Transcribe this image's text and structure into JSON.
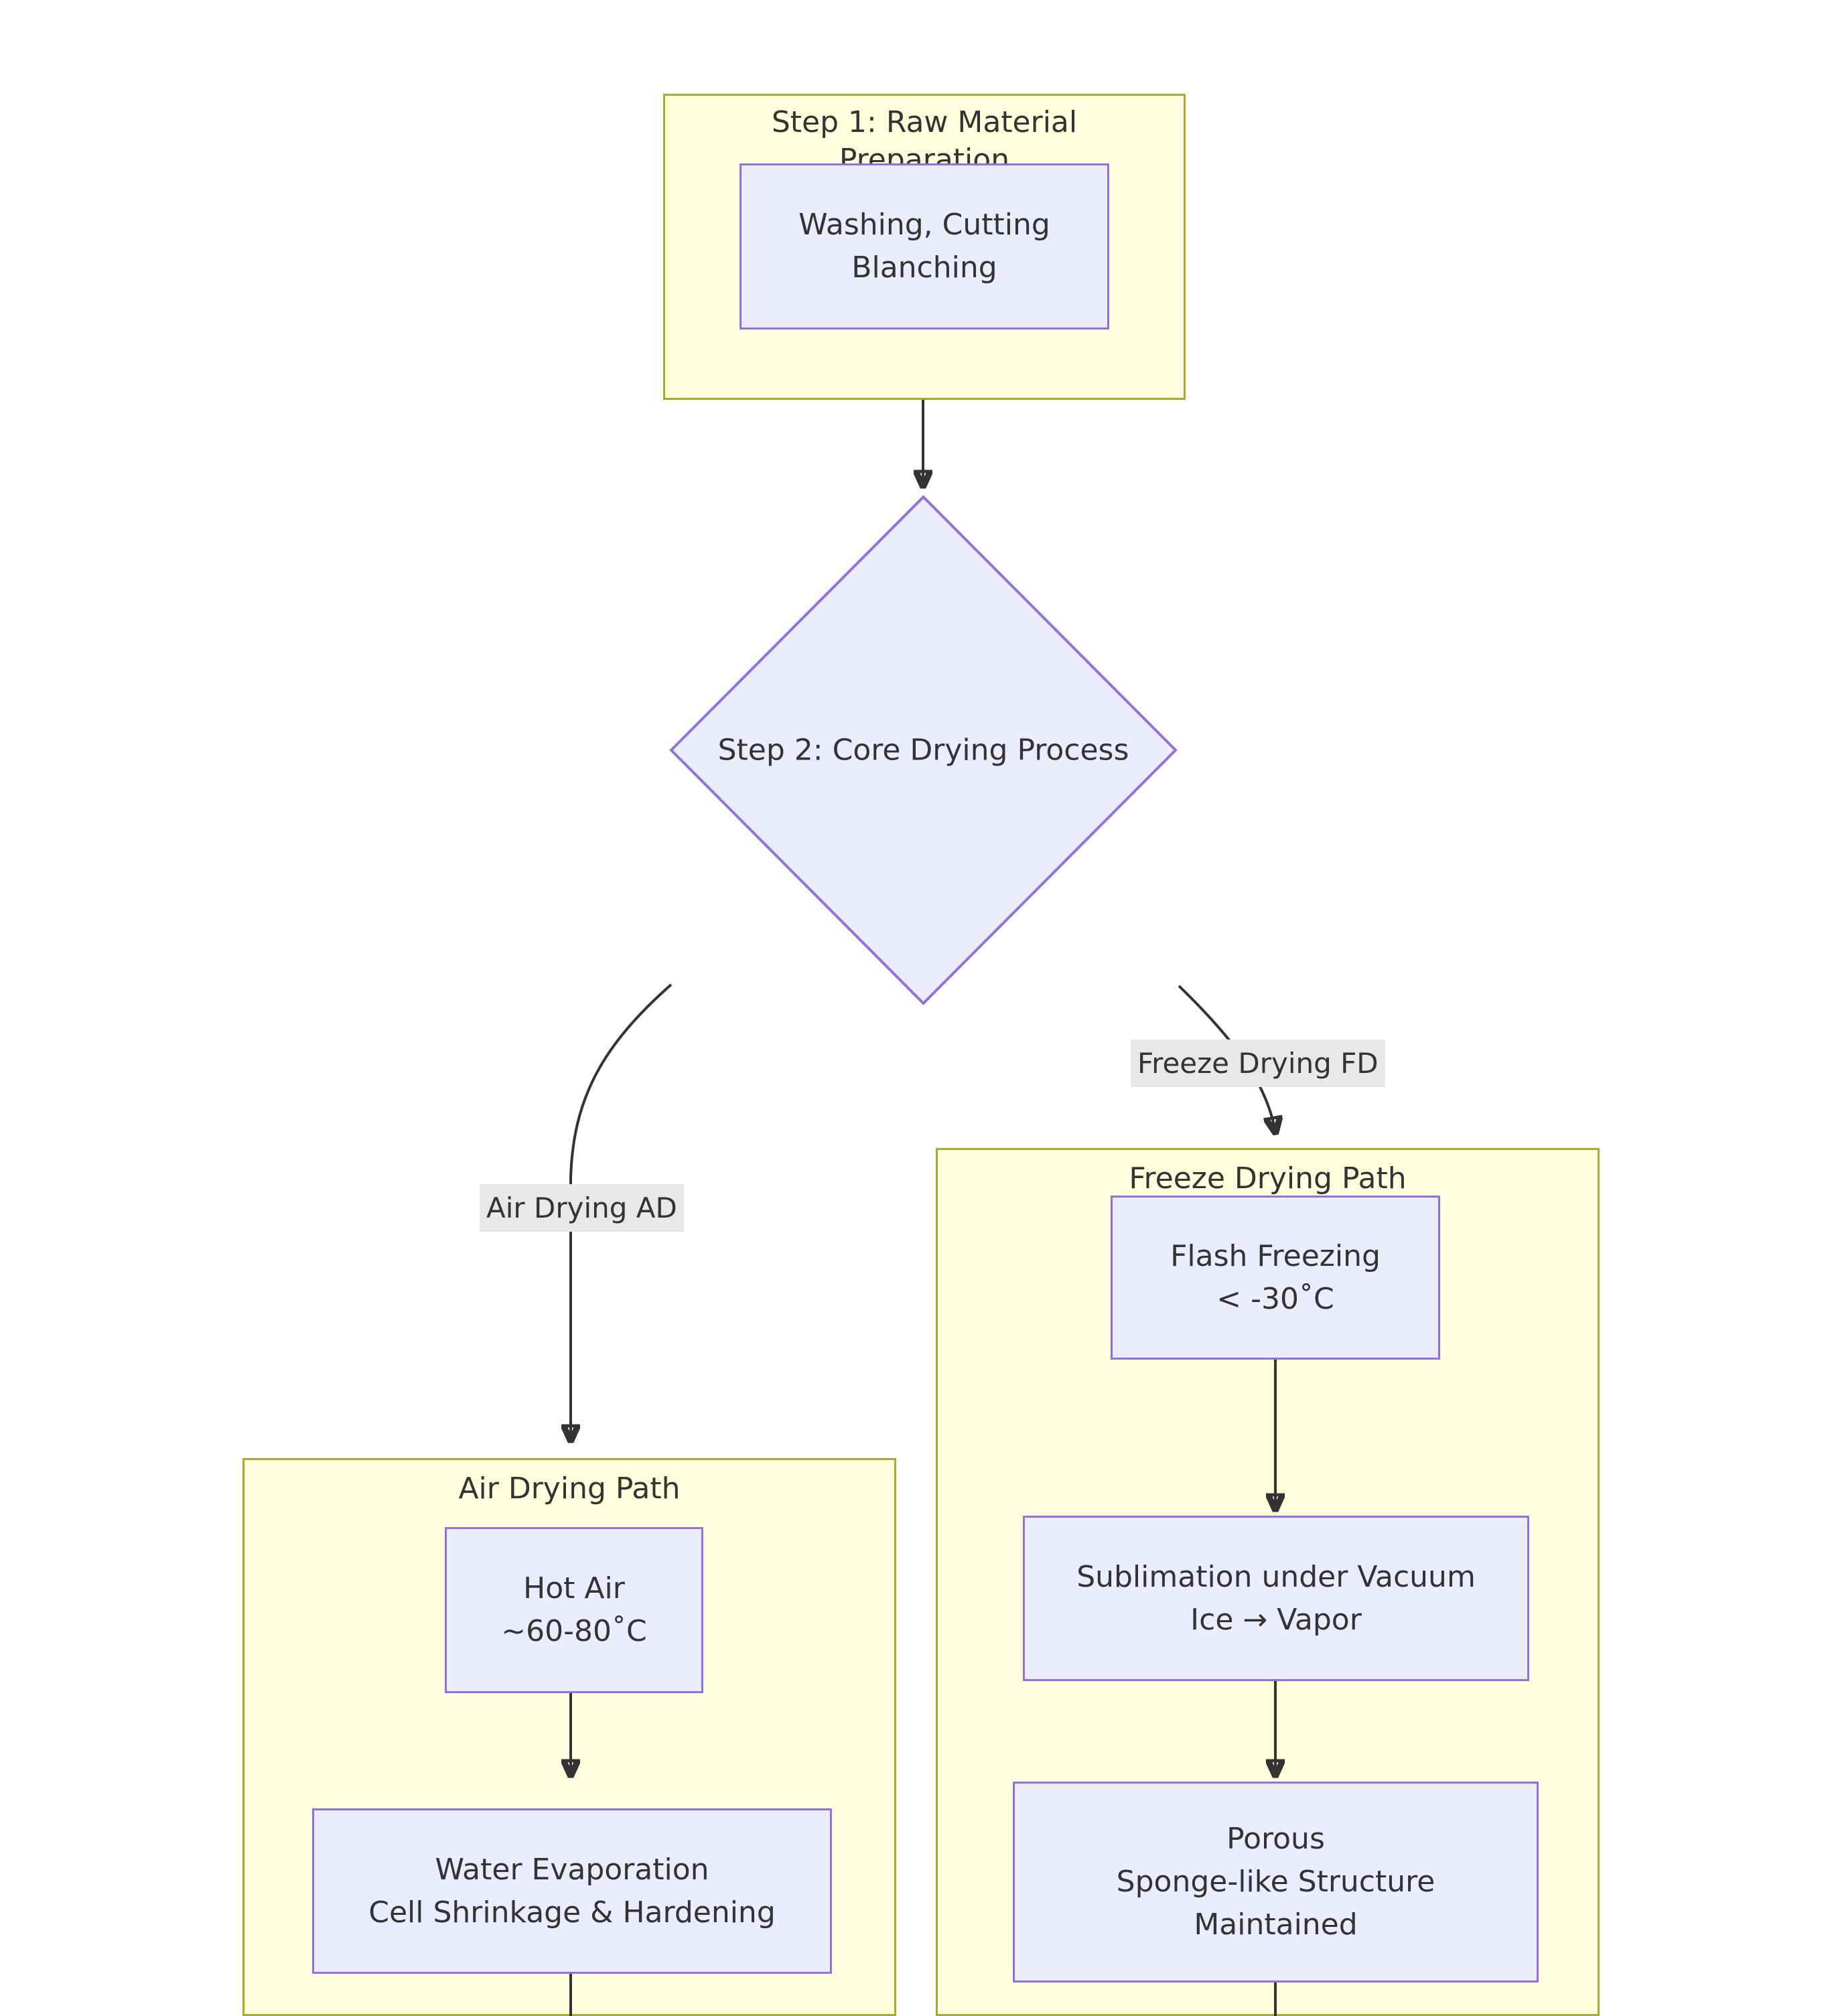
{
  "diagram": {
    "type": "flowchart",
    "direction": "top-down",
    "background": "#ffffff",
    "colors": {
      "cluster_fill": "#ffffde",
      "cluster_stroke": "#aaaa33",
      "node_fill": "#ececff",
      "node_stroke": "#9370db",
      "edge_stroke": "#333333",
      "edge_label_fill": "#e8e8e8",
      "text": "#333333"
    },
    "clusters": [
      {
        "id": "step1",
        "title": "Step 1: Raw Material\nPreparation"
      },
      {
        "id": "air_drying_path",
        "title": "Air Drying Path"
      },
      {
        "id": "freeze_drying_path",
        "title": "Freeze Drying Path"
      }
    ],
    "nodes": [
      {
        "id": "prep",
        "shape": "rect",
        "lines": [
          "Washing, Cutting",
          "Blanching"
        ]
      },
      {
        "id": "core_drying",
        "shape": "diamond",
        "lines": [
          "Step 2: Core Drying Process"
        ]
      },
      {
        "id": "hot_air",
        "shape": "rect",
        "lines": [
          "Hot Air",
          "~60-80˚C"
        ]
      },
      {
        "id": "water_evaporation",
        "shape": "rect",
        "lines": [
          "Water Evaporation",
          "Cell Shrinkage & Hardening"
        ]
      },
      {
        "id": "flash_freezing",
        "shape": "rect",
        "lines": [
          "Flash Freezing",
          "< -30˚C"
        ]
      },
      {
        "id": "sublimation",
        "shape": "rect",
        "lines": [
          "Sublimation under Vacuum",
          "Ice → Vapor"
        ]
      },
      {
        "id": "porous",
        "shape": "rect",
        "lines": [
          "Porous",
          "Sponge-like Structure",
          "Maintained"
        ]
      }
    ],
    "edges": [
      {
        "from": "step1",
        "to": "core_drying",
        "label": ""
      },
      {
        "from": "core_drying",
        "to": "air_drying_path",
        "label": "Air Drying AD"
      },
      {
        "from": "core_drying",
        "to": "freeze_drying_path",
        "label": "Freeze Drying FD"
      },
      {
        "from": "hot_air",
        "to": "water_evaporation",
        "label": ""
      },
      {
        "from": "water_evaporation",
        "to": "below",
        "label": ""
      },
      {
        "from": "flash_freezing",
        "to": "sublimation",
        "label": ""
      },
      {
        "from": "sublimation",
        "to": "porous",
        "label": ""
      },
      {
        "from": "porous",
        "to": "below",
        "label": ""
      }
    ]
  }
}
